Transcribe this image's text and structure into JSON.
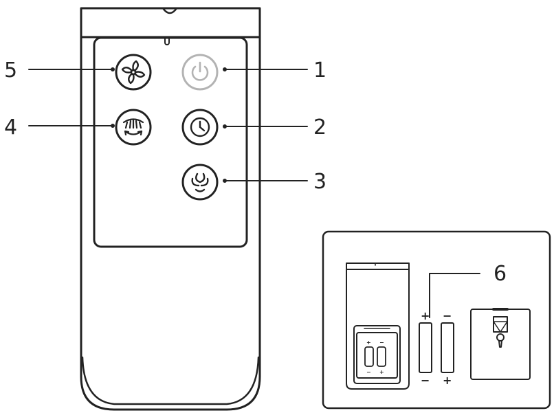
{
  "callouts": {
    "c1": "1",
    "c2": "2",
    "c3": "3",
    "c4": "4",
    "c5": "5",
    "c6": "6"
  },
  "battery": {
    "plus": "+",
    "minus": "−"
  },
  "colors": {
    "line": "#222222",
    "power_button": "#b3b3b3",
    "background": "#ffffff"
  },
  "icons": {
    "b1": "power-icon",
    "b2": "clock-icon",
    "b3": "wind-swirl-icon",
    "b4": "oscillation-icon",
    "b5": "fan-icon"
  }
}
